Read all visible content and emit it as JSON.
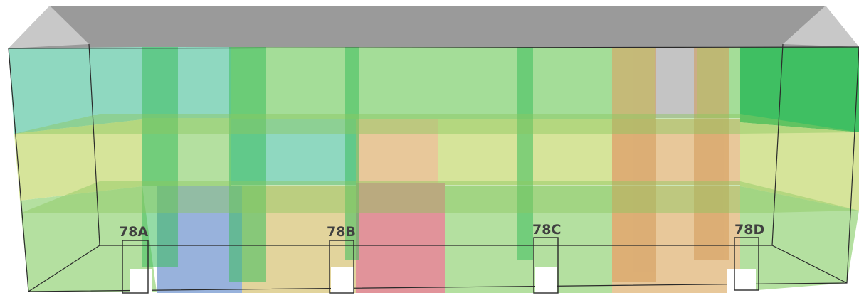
{
  "entrance_labels": [
    "78A",
    "78B",
    "78C",
    "78D"
  ],
  "colors": {
    "roof": "#9a9a9a",
    "roof_end": "#c8c8c8",
    "teal": "#8fd8c0",
    "light_green": "#a4dd98",
    "yellow_green": "#d6e49a",
    "mid_green": "#b4e0a0",
    "strong_green": "#3fbf62",
    "blue": "#98b2dc",
    "sand": "#e2d49c",
    "red": "#e1939a",
    "peach": "#e8c89a",
    "orange": "#dcb482",
    "grey": "#c4c4c4",
    "floor_slab": "#8bc860",
    "column_green": "#3dbd5c",
    "column_orange": "#d49a58",
    "label_text": "#404040",
    "outline": "#2a2a2a"
  }
}
